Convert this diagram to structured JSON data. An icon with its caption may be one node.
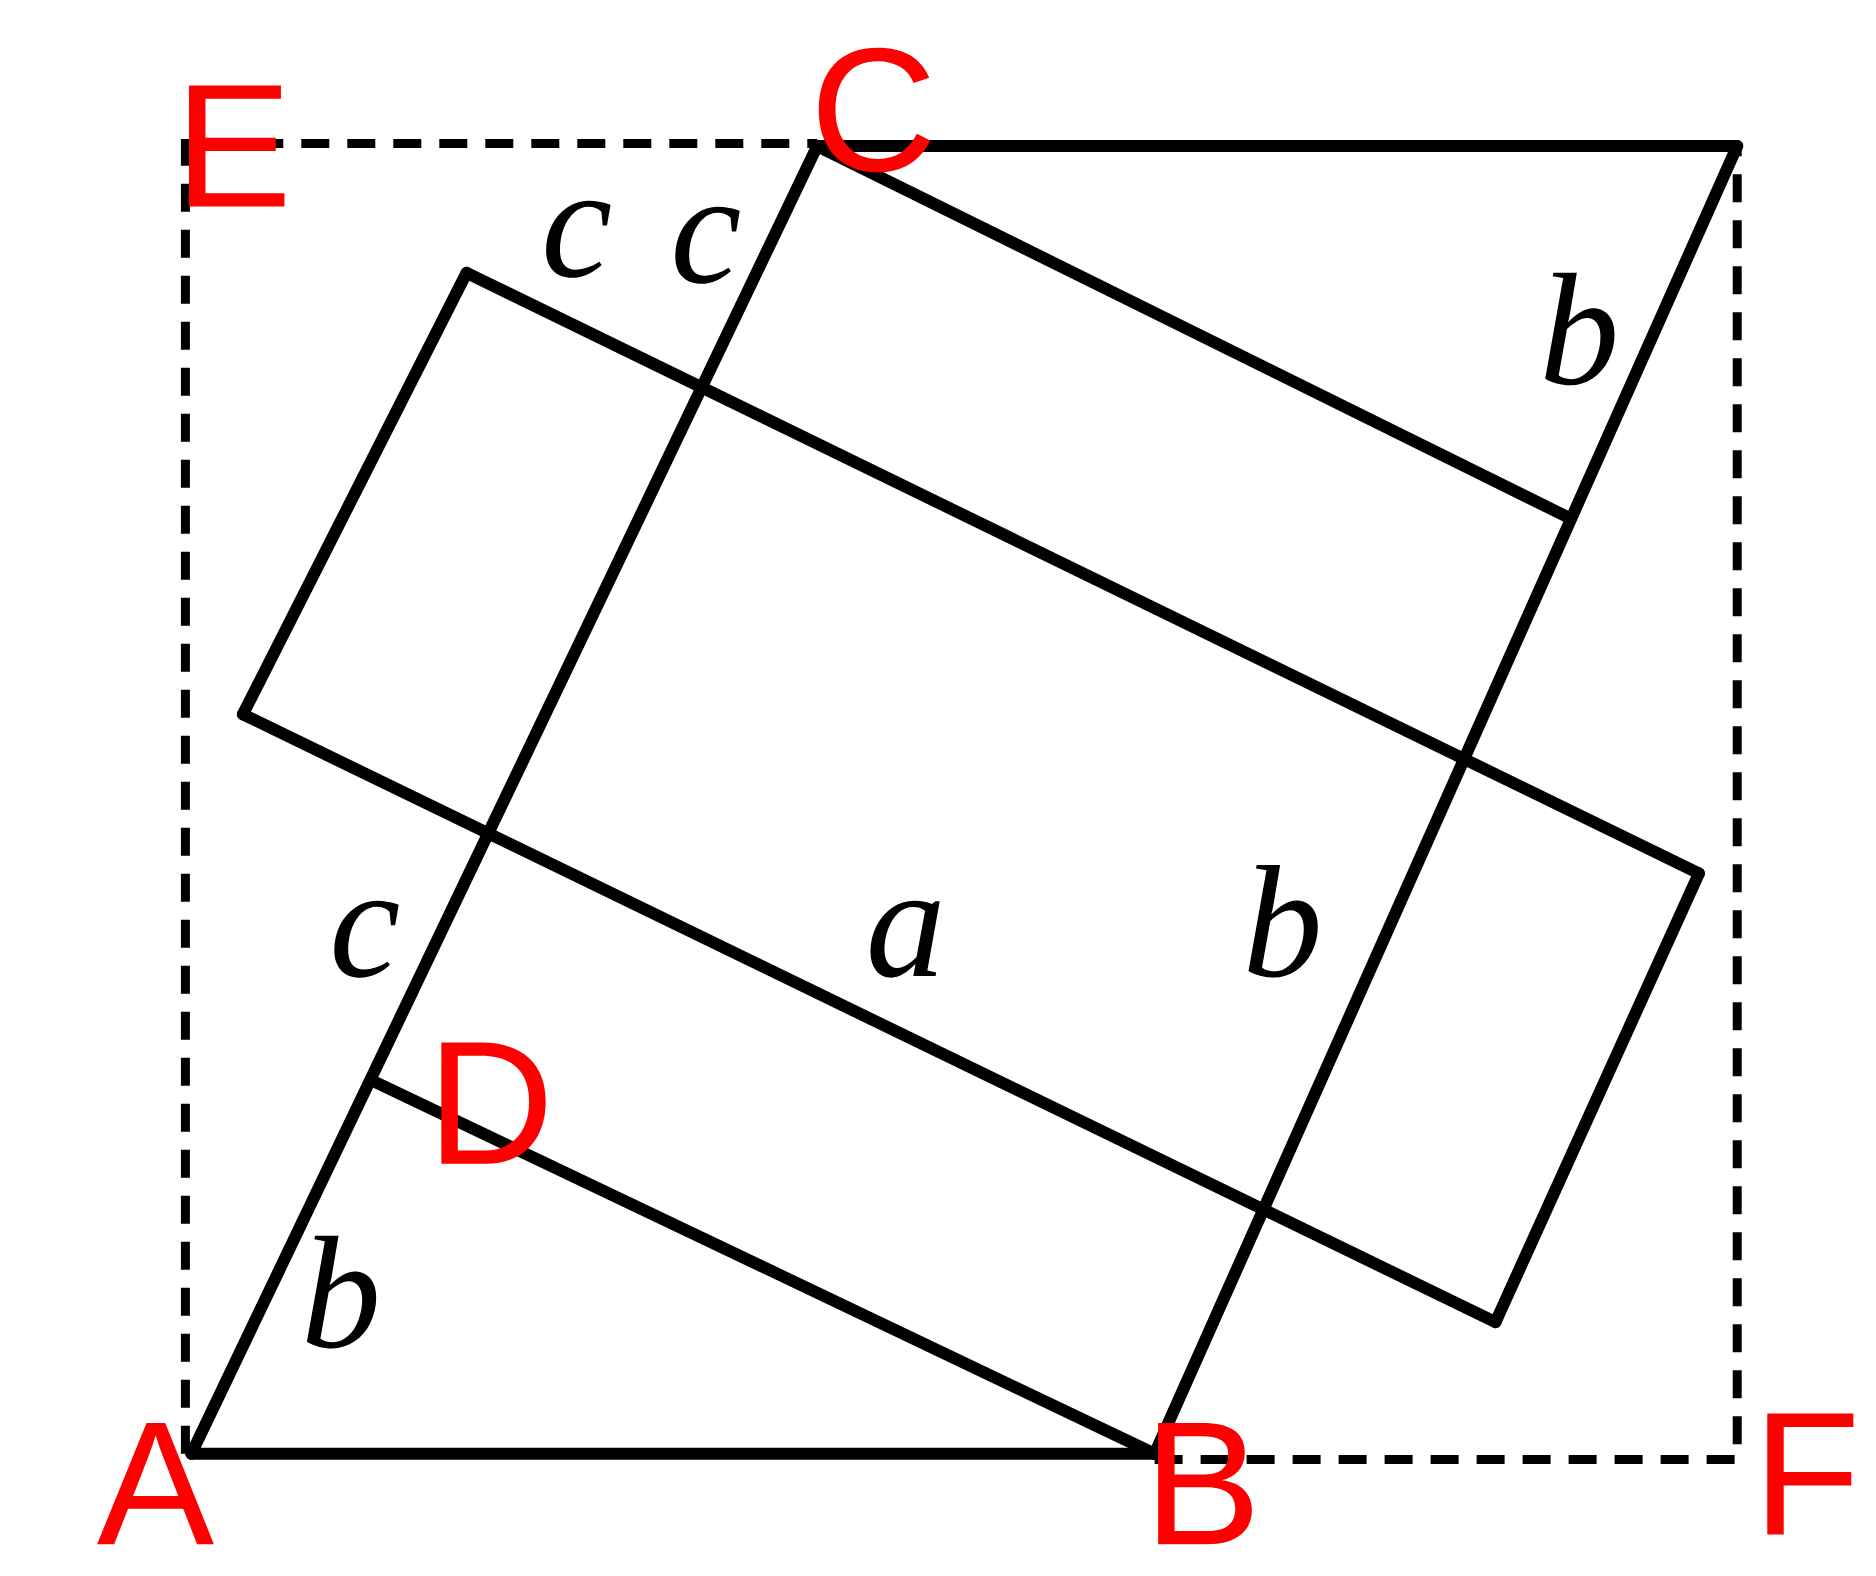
{
  "diagram": {
    "labels": [
      "E",
      "C",
      "c",
      "c",
      "b",
      "c",
      "a",
      "b",
      "D",
      "b",
      "A",
      "B",
      "F"
    ]
  }
}
